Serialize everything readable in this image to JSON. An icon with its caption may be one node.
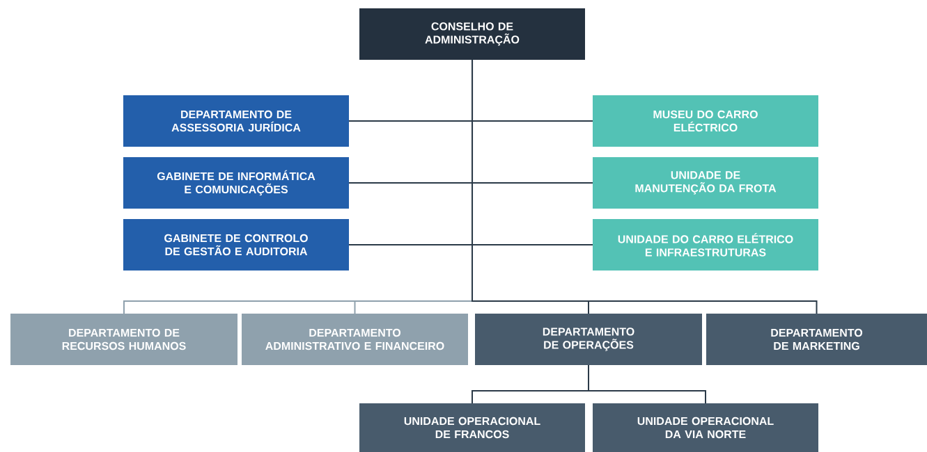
{
  "diagram": {
    "nodes": [
      {
        "text": [
          "CONSELHO DE ADMINISTRAÇÃO"
        ]
      },
      {
        "text": [
          "DEPARTAMENTO DE ASSESSORIA JURÍDICA"
        ]
      },
      {
        "text": [
          "GABINETE DE INFORMÁTICA E COMUNICAÇÕES"
        ]
      },
      {
        "text": [
          "GABINETE DE CONTROLO DE GESTÃO E AUDITORIA"
        ]
      },
      {
        "text": [
          "MUSEU DO CARRO ELÉCTRICO"
        ]
      },
      {
        "text": [
          "UNIDADE DE MANUTENÇÃO DA FROTA"
        ]
      },
      {
        "text": [
          "UNIDADE DO CARRO ELÉTRICO E INFRAESTRUTURAS"
        ]
      },
      {
        "text": [
          "DEPARTAMENTO DE RECURSOS HUMANOS"
        ]
      },
      {
        "text": [
          "DEPARTAMENTO ADMINISTRATIVO E FINANCEIRO"
        ]
      },
      {
        "text": [
          "DEPARTAMENTO DE OPERAÇÕES"
        ]
      },
      {
        "text": [
          "DEPARTAMENTO DE MARKETING"
        ]
      },
      {
        "text": [
          "UNIDADE OPERACIONAL DE FRANCOS"
        ]
      },
      {
        "text": [
          "UNIDADE OPERACIONAL DA VIA NORTE"
        ]
      }
    ],
    "edges": [
      {
        "from": 0,
        "to": 1,
        "arrow": "none"
      },
      {
        "from": 0,
        "to": 2,
        "arrow": "none"
      },
      {
        "from": 0,
        "to": 3,
        "arrow": "none"
      },
      {
        "from": 0,
        "to": 4,
        "arrow": "none"
      },
      {
        "from": 0,
        "to": 5,
        "arrow": "none"
      },
      {
        "from": 0,
        "to": 6,
        "arrow": "none"
      },
      {
        "from": 0,
        "to": 7,
        "arrow": "none",
        "color": "#8fa1ad"
      },
      {
        "from": 0,
        "to": 8,
        "arrow": "none",
        "color": "#8fa1ad"
      },
      {
        "from": 0,
        "to": 9,
        "arrow": "none"
      },
      {
        "from": 0,
        "to": 10,
        "arrow": "none"
      },
      {
        "from": 9,
        "to": 11,
        "arrow": "none"
      },
      {
        "from": 9,
        "to": 12,
        "arrow": "none"
      }
    ]
  }
}
